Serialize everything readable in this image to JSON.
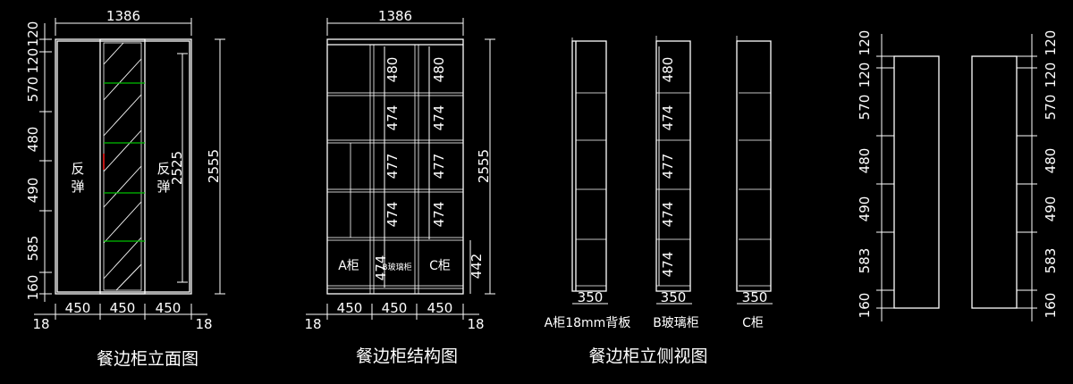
{
  "colors": {
    "background": "#000000",
    "lines": "#ffffff",
    "shelf_marks": "#00c000",
    "handle_mark": "#ff2020"
  },
  "front_elevation": {
    "caption": "餐边柜立面图",
    "width": "1386",
    "height_inner": "2525",
    "height_total": "2555",
    "left_dims": [
      "120",
      "120",
      "570",
      "480",
      "490",
      "585",
      "160"
    ],
    "bottom_dims": [
      "450",
      "450",
      "450"
    ],
    "edge_left": "18",
    "edge_right": "18",
    "door_left_text": "反弹",
    "door_right_text": "反弹"
  },
  "structure": {
    "caption": "餐边柜结构图",
    "width": "1386",
    "height_total": "2555",
    "mid_dims": [
      "480",
      "474",
      "477",
      "474",
      "474"
    ],
    "right_dims": [
      "480",
      "474",
      "477",
      "474"
    ],
    "bottom_right": "442",
    "bottom_dims": [
      "450",
      "450",
      "450"
    ],
    "edge_left": "18",
    "edge_right": "18",
    "label_a": "A柜",
    "label_b": "B玻璃柜",
    "label_c": "C柜"
  },
  "side_view": {
    "caption": "餐边柜立侧视图",
    "depth_a": "350",
    "depth_b": "350",
    "depth_c": "350",
    "label_a": "A柜18mm背板",
    "label_b": "B玻璃柜",
    "label_c": "C柜",
    "b_dims": [
      "480",
      "474",
      "477",
      "474",
      "474"
    ]
  },
  "side_panels": {
    "left_dims": [
      "120",
      "120",
      "570",
      "480",
      "490",
      "583",
      "160"
    ],
    "right_dims": [
      "120",
      "120",
      "570",
      "480",
      "490",
      "583",
      "160"
    ]
  }
}
